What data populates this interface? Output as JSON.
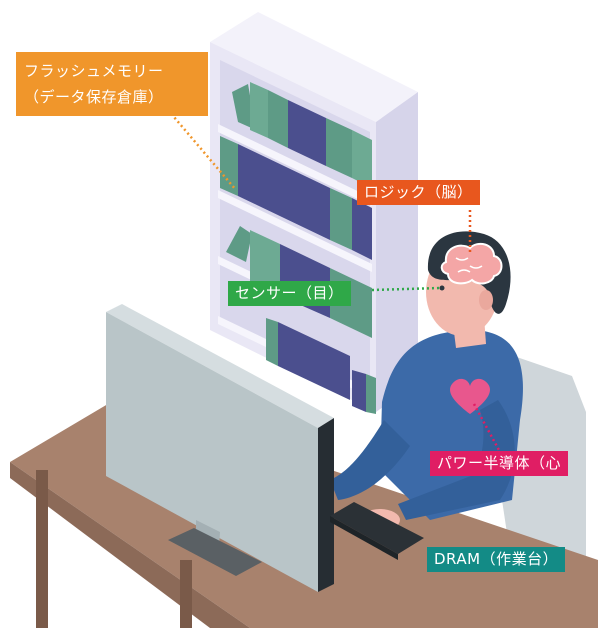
{
  "labels": {
    "flash": {
      "line1": "フラッシュメモリー",
      "line2": "（データ保存倉庫）",
      "color": "#f0962b"
    },
    "logic": {
      "text": "ロジック（脳）",
      "color": "#e8571e"
    },
    "sensor": {
      "text": "センサー（目）",
      "color": "#2fa848"
    },
    "power": {
      "text": "パワー半導体（心",
      "color": "#e01e64"
    },
    "dram": {
      "text": "DRAM（作業台）",
      "color": "#138b86"
    }
  },
  "colors": {
    "shelf": "#e9e7f5",
    "book_green": "#5e9b86",
    "book_purple": "#4b4f8e",
    "desk": "#a8826d",
    "monitor": "#b9c5c8",
    "person_shirt": "#3c6aa8",
    "hair": "#2b3640",
    "skin": "#f2b9ae",
    "chair": "#cfd6da"
  }
}
